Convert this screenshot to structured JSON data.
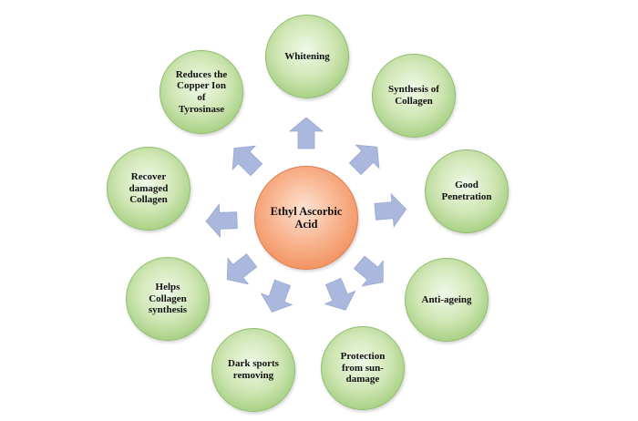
{
  "diagram": {
    "center_label": "Ethyl Ascorbic\nAcid",
    "nodes": [
      {
        "label": "Whitening"
      },
      {
        "label": "Synthesis of\nCollagen"
      },
      {
        "label": "Good\nPenetration"
      },
      {
        "label": "Anti-ageing"
      },
      {
        "label": "Protection\nfrom sun-\ndamage"
      },
      {
        "label": "Dark sports\nremoving"
      },
      {
        "label": "Helps\nCollagen\nsynthesis"
      },
      {
        "label": "Recover\ndamaged\nCollagen"
      },
      {
        "label": "Reduces the\nCopper Ion\nof\nTyrosinase"
      }
    ],
    "colors": {
      "node_fill": "#a9d18e",
      "center_fill": "#f4a77a",
      "arrow_fill": "#a9b8dc"
    }
  }
}
